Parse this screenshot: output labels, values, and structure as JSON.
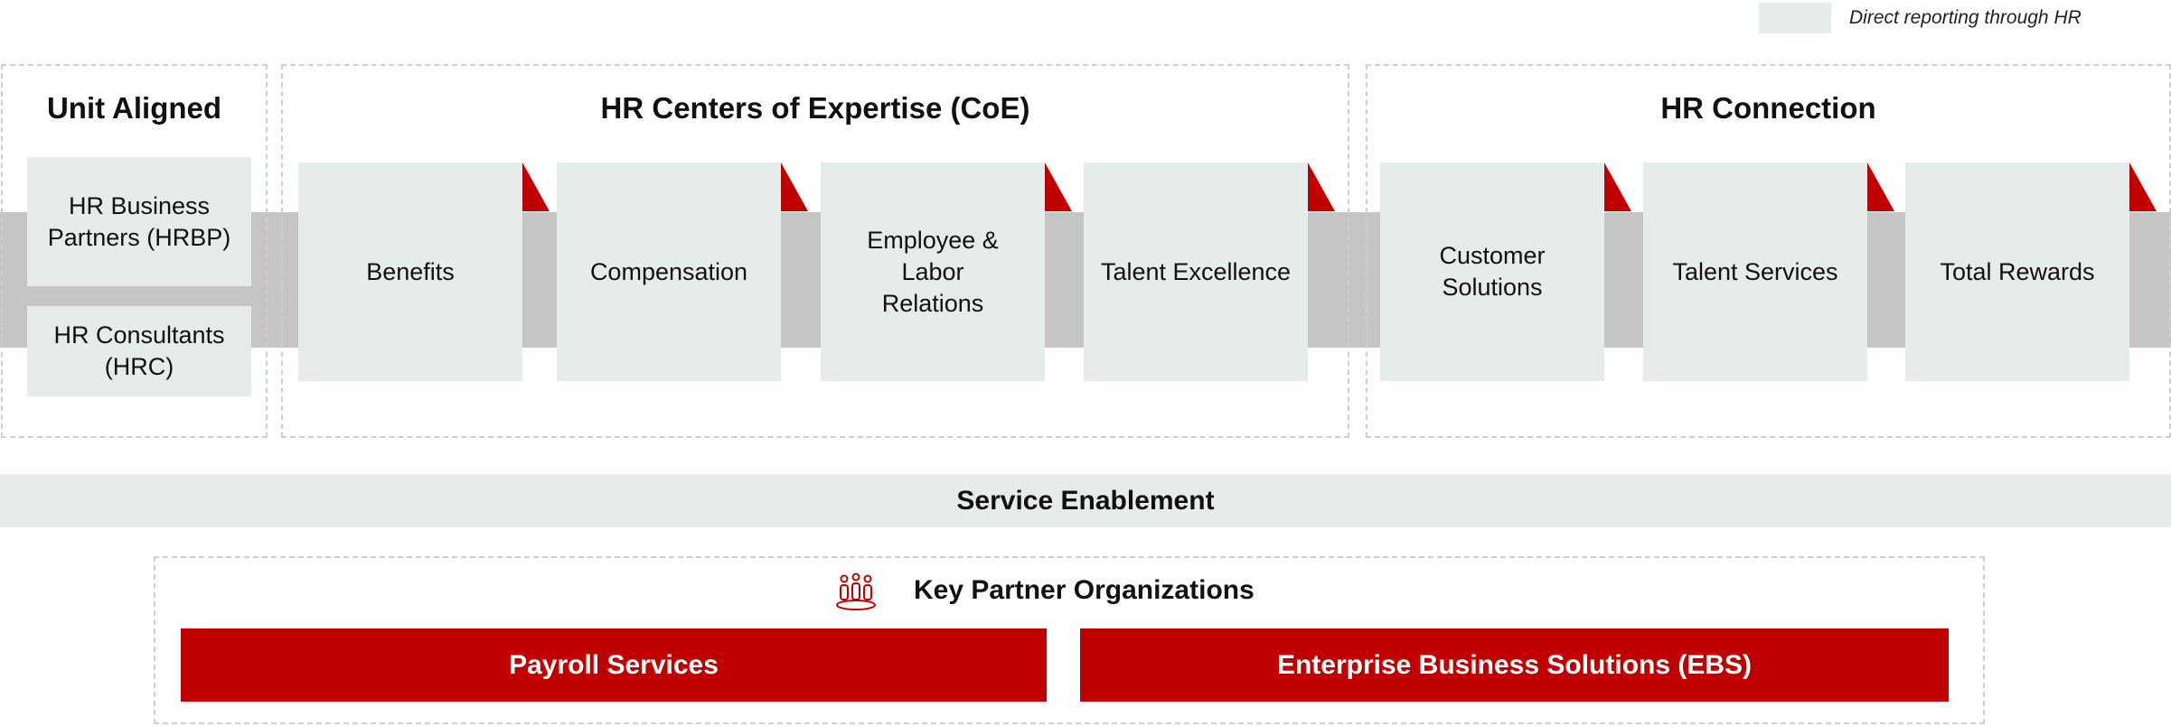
{
  "legend": {
    "label": "Direct reporting through HR",
    "swatch_color": "#e6ebeb"
  },
  "groups": {
    "unit_aligned": {
      "title": "Unit Aligned",
      "items": [
        "HR Business Partners (HRBP)",
        "HR Consultants (HRC)"
      ]
    },
    "coe": {
      "title": "HR Centers of Expertise (CoE)",
      "items": [
        "Benefits",
        "Compensation",
        "Employee & Labor Relations",
        "Talent Excellence"
      ]
    },
    "connection": {
      "title": "HR Connection",
      "items": [
        "Customer Solutions",
        "Talent Services",
        "Total Rewards"
      ]
    }
  },
  "service_enablement": {
    "label": "Service Enablement"
  },
  "partners": {
    "title": "Key Partner Organizations",
    "icon": "people-icon",
    "items": [
      "Payroll Services",
      "Enterprise Business Solutions (EBS)"
    ]
  },
  "colors": {
    "accent_red": "#c00000",
    "box_fill": "#e6ebeb",
    "band_gray": "#c5c5c5",
    "dashed_border": "#cfcfcf"
  }
}
